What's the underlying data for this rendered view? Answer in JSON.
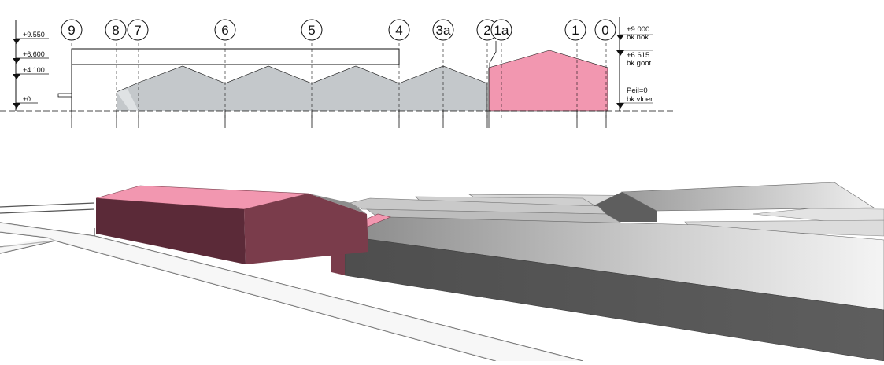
{
  "section": {
    "grid_labels": [
      "9",
      "8",
      "7",
      "6",
      "5",
      "4",
      "3a",
      "2",
      "1a",
      "1",
      "0"
    ],
    "left_levels": [
      "+9.550",
      "+6.600",
      "+4.100",
      "±0"
    ],
    "right_levels": [
      {
        "line1": "+9.000",
        "line2": "bk nok"
      },
      {
        "line1": "+6.615",
        "line2": "bk goot"
      },
      {
        "line1": "Peil=0",
        "line2": "bk vloer"
      }
    ]
  },
  "colors": {
    "highlight": "#f297b0",
    "highlight_dark_side": "#7a3c4b",
    "highlight_front": "#5b2a38",
    "existing_fill": "#c4c8cb",
    "existing_side": "#5a5a5a",
    "line": "#111111"
  }
}
